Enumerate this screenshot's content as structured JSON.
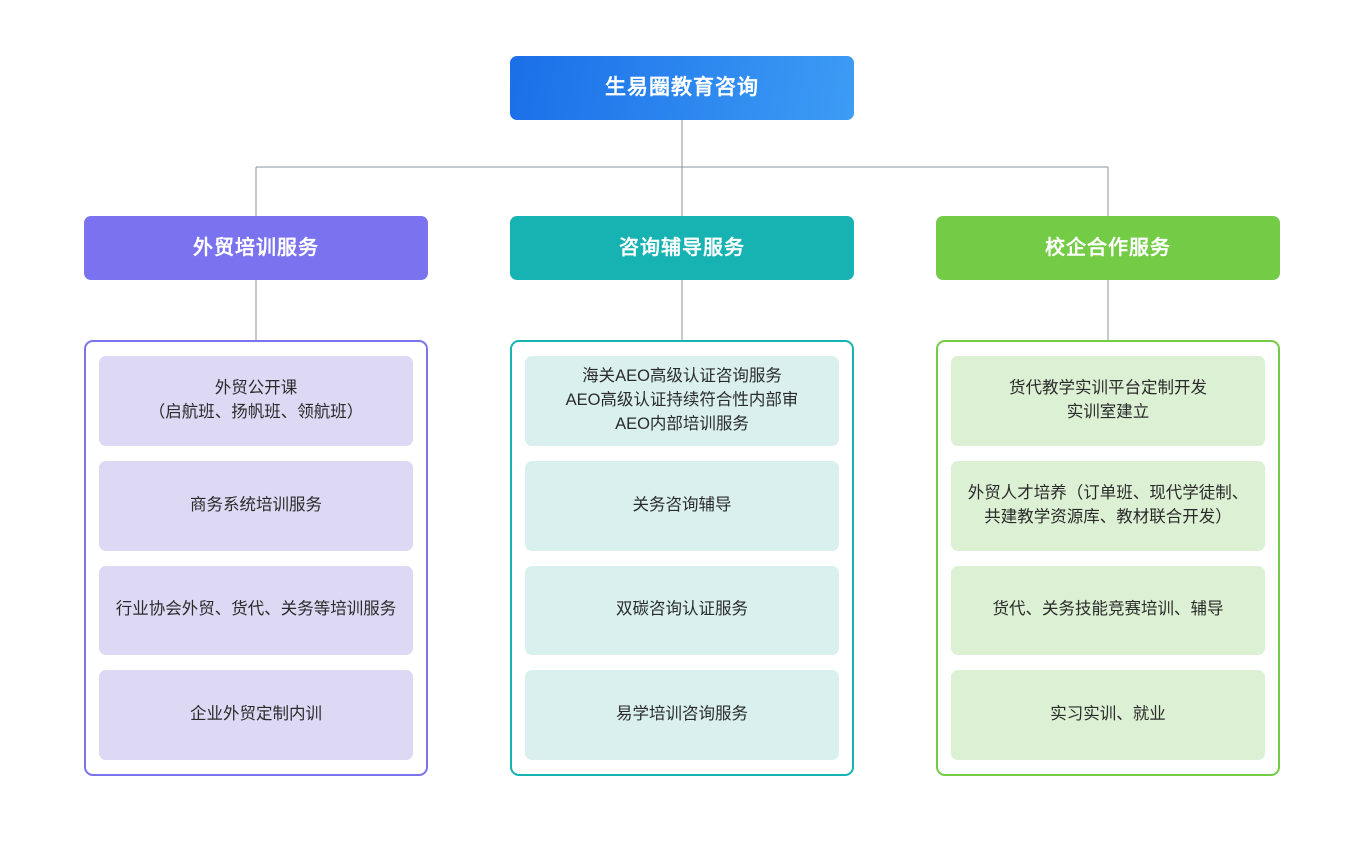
{
  "diagram": {
    "type": "org-chart",
    "orientation": "top-down",
    "levels": 3,
    "background_color": "#ffffff",
    "connector_color": "#8a93a5"
  },
  "root": {
    "label": "生易圈教育咨询",
    "gradient_from": "#1a6fe8",
    "gradient_to": "#3d9cf5",
    "text_color": "#ffffff"
  },
  "branches": [
    {
      "id": "foreign-trade-training",
      "header_label": "外贸培训服务",
      "header_color": "#7b72ef",
      "panel_border_color": "#7b72ef",
      "item_background": "#ddd9f4",
      "items": [
        {
          "label": "外贸公开课\n（启航班、扬帆班、领航班）"
        },
        {
          "label": "商务系统培训服务"
        },
        {
          "label": "行业协会外贸、货代、关务等培训服务"
        },
        {
          "label": "企业外贸定制内训"
        }
      ]
    },
    {
      "id": "consulting-tutoring",
      "header_label": "咨询辅导服务",
      "header_color": "#17b3b3",
      "panel_border_color": "#17b3b3",
      "item_background": "#d9f0ef",
      "items": [
        {
          "label": "海关AEO高级认证咨询服务\nAEO高级认证持续符合性内部审\nAEO内部培训服务"
        },
        {
          "label": "关务咨询辅导"
        },
        {
          "label": "双碳咨询认证服务"
        },
        {
          "label": "易学培训咨询服务"
        }
      ]
    },
    {
      "id": "school-enterprise-cooperation",
      "header_label": "校企合作服务",
      "header_color": "#74cc46",
      "panel_border_color": "#74cc46",
      "item_background": "#dcf0d4",
      "items": [
        {
          "label": "货代教学实训平台定制开发\n实训室建立"
        },
        {
          "label": "外贸人才培养（订单班、现代学徒制、共建教学资源库、教材联合开发）"
        },
        {
          "label": "货代、关务技能竞赛培训、辅导"
        },
        {
          "label": "实习实训、就业"
        }
      ]
    }
  ]
}
